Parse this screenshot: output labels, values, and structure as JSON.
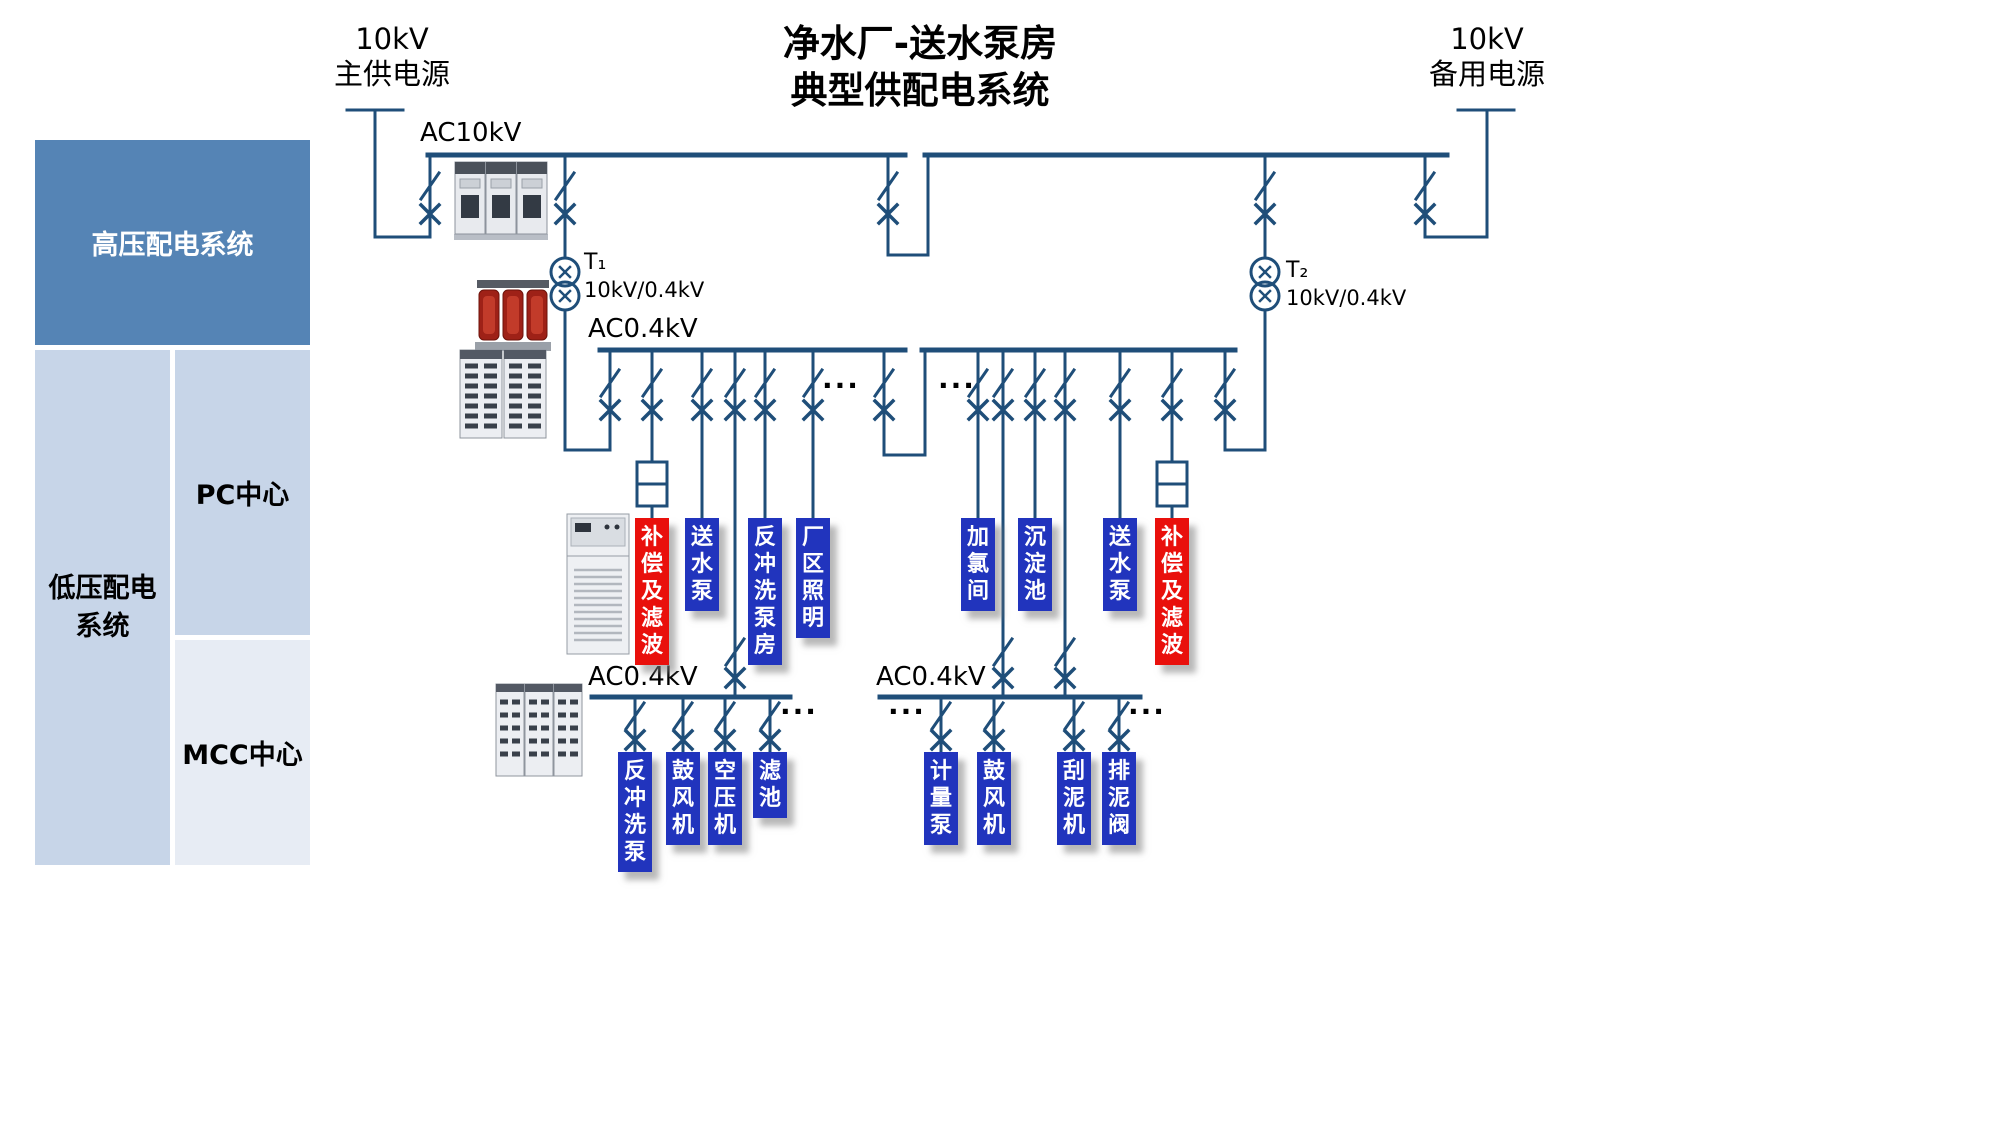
{
  "title": {
    "line1": "净水厂-送水泵房",
    "line2": "典型供配电系统"
  },
  "sources": {
    "main": {
      "line1": "10kV",
      "line2": "主供电源"
    },
    "backup": {
      "line1": "10kV",
      "line2": "备用电源"
    }
  },
  "sidebar": {
    "hv": "高压配电系统",
    "lv": "低压配电系统",
    "pc": "PC中心",
    "mcc": "MCC中心"
  },
  "bus_labels": {
    "hv": "AC10kV",
    "lv_main": "AC0.4kV",
    "mcc_left": "AC0.4kV",
    "mcc_right": "AC0.4kV"
  },
  "transformers": {
    "t1": {
      "name": "T₁",
      "ratio": "10kV/0.4kV"
    },
    "t2": {
      "name": "T₂",
      "ratio": "10kV/0.4kV"
    }
  },
  "loads": {
    "pc_left": [
      {
        "label": "补偿及滤波",
        "type": "red"
      },
      {
        "label": "送水泵",
        "type": "blue"
      },
      {
        "label": "反冲洗泵房",
        "type": "blue"
      },
      {
        "label": "厂区照明",
        "type": "blue"
      }
    ],
    "pc_right": [
      {
        "label": "加氯间",
        "type": "blue"
      },
      {
        "label": "沉淀池",
        "type": "blue"
      },
      {
        "label": "送水泵",
        "type": "blue"
      },
      {
        "label": "补偿及滤波",
        "type": "red"
      }
    ],
    "mcc_left": [
      {
        "label": "反冲洗泵",
        "type": "blue"
      },
      {
        "label": "鼓风机",
        "type": "blue"
      },
      {
        "label": "空压机",
        "type": "blue"
      },
      {
        "label": "滤池",
        "type": "blue"
      }
    ],
    "mcc_right": [
      {
        "label": "计量泵",
        "type": "blue"
      },
      {
        "label": "鼓风机",
        "type": "blue"
      },
      {
        "label": "刮泥机",
        "type": "blue"
      },
      {
        "label": "排泥阀",
        "type": "blue"
      }
    ]
  },
  "ellipsis": "...",
  "icons": {
    "disconnect_switch": "slash",
    "circuit_breaker": "x-mark",
    "transformer": "double-circle",
    "capacitor_filter": "boxed-capacitor"
  },
  "colors": {
    "line": "#1F4E79",
    "load_blue": "#2134BD",
    "load_red": "#E9100C",
    "sidebar_dark": "#5584B5",
    "sidebar_light": "#C7D5E8",
    "sidebar_lighter": "#E7ECF4"
  }
}
